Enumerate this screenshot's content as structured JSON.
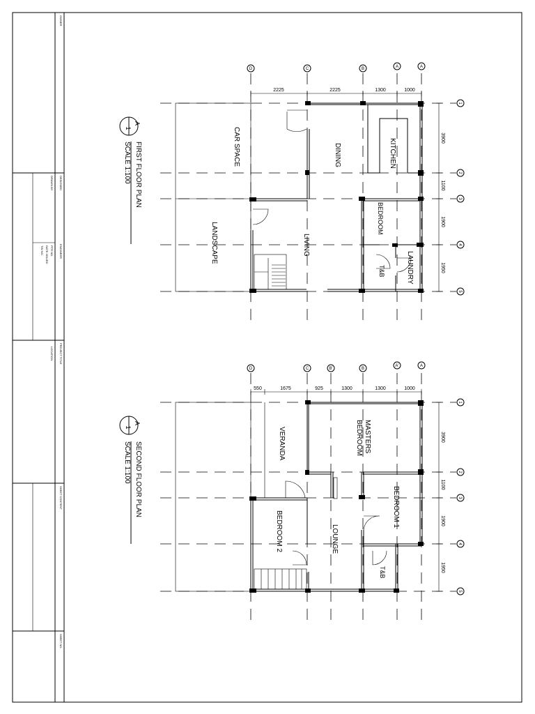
{
  "title_block": {
    "owner": "OWNER",
    "designed": "DESIGNED",
    "drawn_by": "DRAWN BY",
    "engineer": "ENGINEER",
    "ptr_no": "PTR NO.",
    "date_issued": "DATE ISSUED",
    "tin_no": "TIN NO.",
    "project_title": "PROJECT TITLE",
    "location": "LOCATION",
    "sheet_content": "SHEET CONTENT",
    "sheet_no": "SHEET NO."
  },
  "first_floor": {
    "marker_letter": "A",
    "marker_number": "1",
    "title": "FIRST FLOOR PLAN",
    "scale": "SCALE 1:100",
    "grid_letters": [
      "D",
      "C",
      "B",
      "A",
      "A"
    ],
    "grid_numbers": [
      "1",
      "2",
      "3",
      "4",
      "5"
    ],
    "top_dims": [
      "2225",
      "2225",
      "1300",
      "1000"
    ],
    "side_dims": [
      "3900",
      "1100",
      "1900",
      "1950"
    ],
    "rooms": {
      "car_space": "CAR SPACE",
      "dining": "DINING",
      "kitchen": "KITCHEN",
      "landscape": "LANDSCAPE",
      "living": "LIVING",
      "bedroom": "BEDROOM",
      "tb": "T&B",
      "laundry": "LAUNDRY"
    }
  },
  "second_floor": {
    "marker_letter": "A",
    "marker_number": "1",
    "title": "SECOND FLOOR PLAN",
    "scale": "SCALE 1:100",
    "grid_letters": [
      "D",
      "C",
      "B'",
      "B",
      "A'",
      "A"
    ],
    "grid_numbers": [
      "1",
      "2",
      "3",
      "4",
      "5"
    ],
    "top_dims": [
      "550",
      "1675",
      "925",
      "1300",
      "1300",
      "1000"
    ],
    "side_dims": [
      "3900",
      "1100",
      "1900",
      "1950"
    ],
    "rooms": {
      "veranda": "VERANDA",
      "masters_line1": "MASTERS",
      "masters_line2": "BEDROOM",
      "bedroom1": "BEDROOM 1",
      "bedroom2": "BEDROOM 2",
      "lounge": "LOUNGE",
      "tb": "T&B"
    }
  }
}
